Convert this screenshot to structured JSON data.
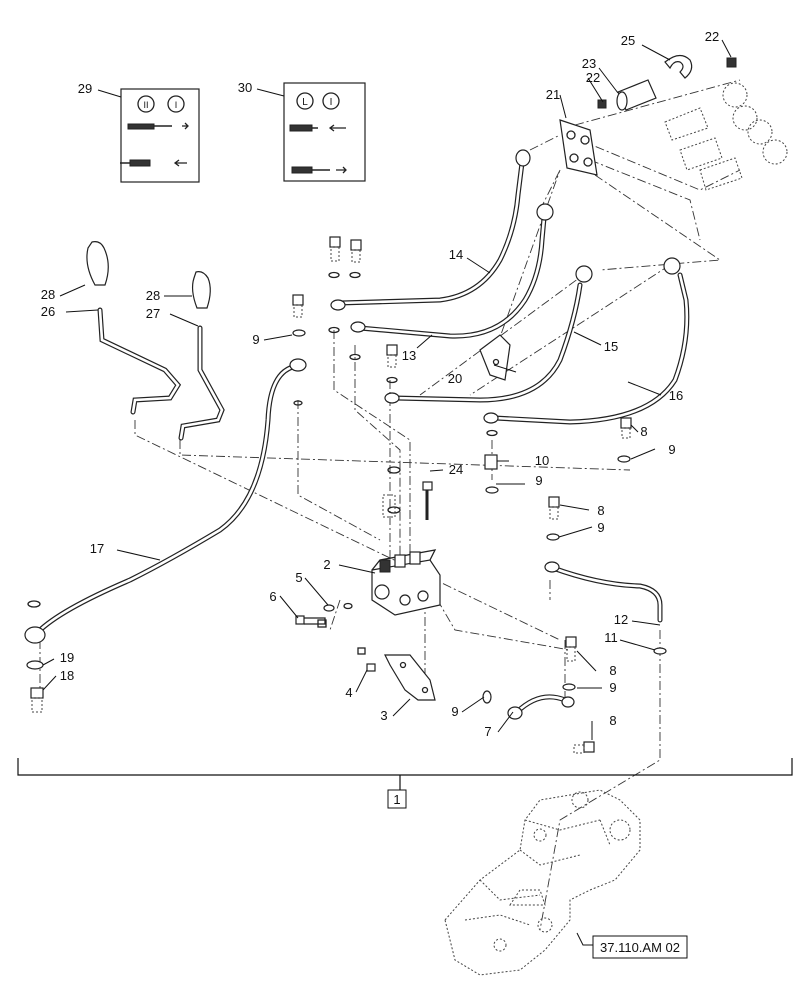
{
  "diagram": {
    "callouts": [
      {
        "id": "c1",
        "text": "1"
      },
      {
        "id": "c2",
        "text": "2"
      },
      {
        "id": "c3",
        "text": "3"
      },
      {
        "id": "c4",
        "text": "4"
      },
      {
        "id": "c5",
        "text": "5"
      },
      {
        "id": "c6",
        "text": "6"
      },
      {
        "id": "c7",
        "text": "7"
      },
      {
        "id": "c8a",
        "text": "8"
      },
      {
        "id": "c8b",
        "text": "8"
      },
      {
        "id": "c8c",
        "text": "8"
      },
      {
        "id": "c8d",
        "text": "8"
      },
      {
        "id": "c9a",
        "text": "9"
      },
      {
        "id": "c9b",
        "text": "9"
      },
      {
        "id": "c9c",
        "text": "9"
      },
      {
        "id": "c9d",
        "text": "9"
      },
      {
        "id": "c9e",
        "text": "9"
      },
      {
        "id": "c9f",
        "text": "9"
      },
      {
        "id": "c10",
        "text": "10"
      },
      {
        "id": "c11",
        "text": "11"
      },
      {
        "id": "c12",
        "text": "12"
      },
      {
        "id": "c13",
        "text": "13"
      },
      {
        "id": "c14",
        "text": "14"
      },
      {
        "id": "c15",
        "text": "15"
      },
      {
        "id": "c16",
        "text": "16"
      },
      {
        "id": "c17",
        "text": "17"
      },
      {
        "id": "c18",
        "text": "18"
      },
      {
        "id": "c19",
        "text": "19"
      },
      {
        "id": "c20",
        "text": "20"
      },
      {
        "id": "c21",
        "text": "21"
      },
      {
        "id": "c22a",
        "text": "22"
      },
      {
        "id": "c22b",
        "text": "22"
      },
      {
        "id": "c23",
        "text": "23"
      },
      {
        "id": "c24",
        "text": "24"
      },
      {
        "id": "c25",
        "text": "25"
      },
      {
        "id": "c26",
        "text": "26"
      },
      {
        "id": "c27",
        "text": "27"
      },
      {
        "id": "c28a",
        "text": "28"
      },
      {
        "id": "c28b",
        "text": "28"
      },
      {
        "id": "c29",
        "text": "29"
      },
      {
        "id": "c30",
        "text": "30"
      }
    ],
    "reference": "37.110.AM 02",
    "decals": {
      "left_symbols": [
        "II",
        "I"
      ],
      "right_symbols": [
        "L",
        "I"
      ]
    },
    "colors": {
      "line": "#222222",
      "background": "#ffffff"
    }
  }
}
